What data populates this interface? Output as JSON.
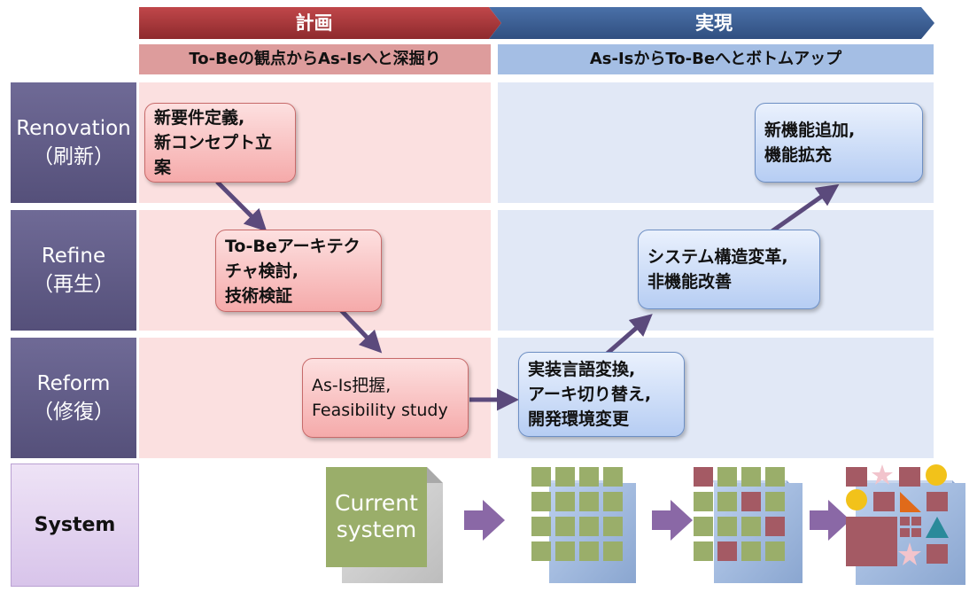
{
  "phases": {
    "plan": {
      "title": "計画",
      "subtitle": "To-Beの観点からAs-Isへと深掘り"
    },
    "realize": {
      "title": "実現",
      "subtitle": "As-IsからTo-Beへとボトムアップ"
    }
  },
  "rows": [
    {
      "label": "Renovation",
      "sub": "（刷新）"
    },
    {
      "label": "Refine",
      "sub": "（再生）"
    },
    {
      "label": "Reform",
      "sub": "（修復）"
    }
  ],
  "system_row": {
    "label": "System",
    "current_system": "Current\nsystem"
  },
  "steps": {
    "renovation_plan": "新要件定義,\n新コンセプト立案",
    "refine_plan": "To-Beアーキテク\nチャ検討,\n技術検証",
    "reform_plan": "As-Is把握,\nFeasibility study",
    "reform_realize": "実装言語変換,\nアーキ切り替え,\n開発環境変更",
    "refine_realize": "システム構造変革,\n非機能改善",
    "renovation_realize": "新機能追加,\n機能拡充"
  },
  "colors": {
    "plan_header": "#a33236",
    "realize_header": "#3a5f93",
    "plan_band": "#fbe0e0",
    "realize_band": "#e1e8f6",
    "arrow": "#5b4a7c"
  }
}
